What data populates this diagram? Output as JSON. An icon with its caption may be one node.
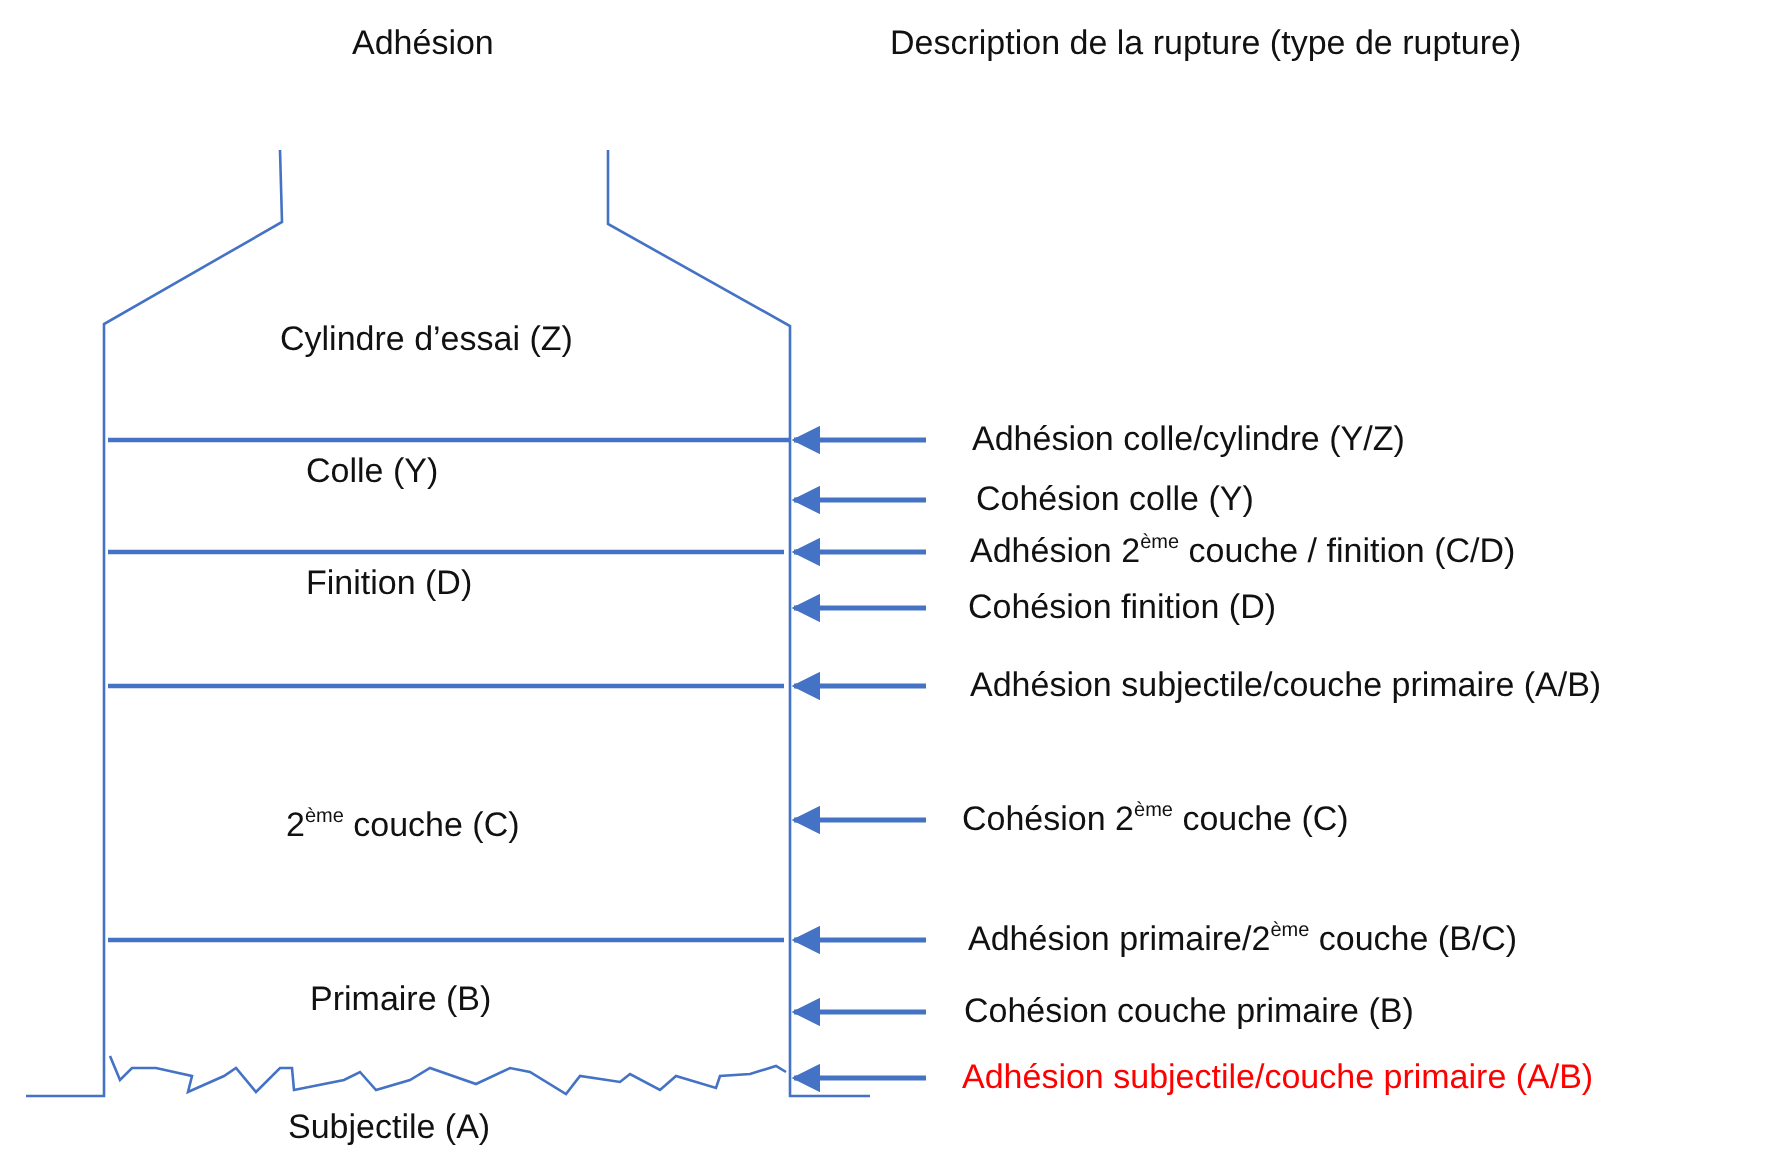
{
  "diagram": {
    "nodes": [
      {
        "text": [
          "Cylindre d’essai (Z)"
        ]
      },
      {
        "text": [
          "Colle (Y)"
        ]
      },
      {
        "text": [
          "Finition (D)"
        ]
      },
      {
        "text": [
          "2$^{ème}$ couche (C)"
        ]
      },
      {
        "text": [
          "Primaire (B)"
        ]
      },
      {
        "text": [
          "Subjectile (A)"
        ]
      },
      {
        "text": [
          "Adhésion colle/cylindre (Y/Z)"
        ]
      },
      {
        "text": [
          "Cohésion colle (Y)"
        ]
      },
      {
        "text": [
          "Adhésion 2$^{ème}$ couche / finition (C/D)"
        ]
      },
      {
        "text": [
          "Cohésion finition (D)"
        ]
      },
      {
        "text": [
          "Adhésion subjectile/couche primaire (A/B)"
        ]
      },
      {
        "text": [
          "Cohésion 2$^{ème}$ couche (C)"
        ]
      },
      {
        "text": [
          "Adhésion primaire/2$^{ème}$ couche (B/C)"
        ]
      },
      {
        "text": [
          "Cohésion couche primaire (B)"
        ]
      },
      {
        "text": [
          "Adhésion subjectile/couche primaire (A/B)"
        ]
      }
    ],
    "edges": [
      {
        "from": 6,
        "to": null,
        "arrow": "to"
      },
      {
        "from": 7,
        "to": null,
        "arrow": "to"
      },
      {
        "from": 8,
        "to": null,
        "arrow": "to"
      },
      {
        "from": 9,
        "to": null,
        "arrow": "to"
      },
      {
        "from": 10,
        "to": null,
        "arrow": "to"
      },
      {
        "from": 11,
        "to": null,
        "arrow": "to"
      },
      {
        "from": 12,
        "to": null,
        "arrow": "to"
      },
      {
        "from": 13,
        "to": null,
        "arrow": "to"
      },
      {
        "from": 14,
        "to": null,
        "arrow": "to"
      }
    ],
    "labels": [
      "Adhésion",
      "Description de la rupture (type de rupture)"
    ]
  }
}
